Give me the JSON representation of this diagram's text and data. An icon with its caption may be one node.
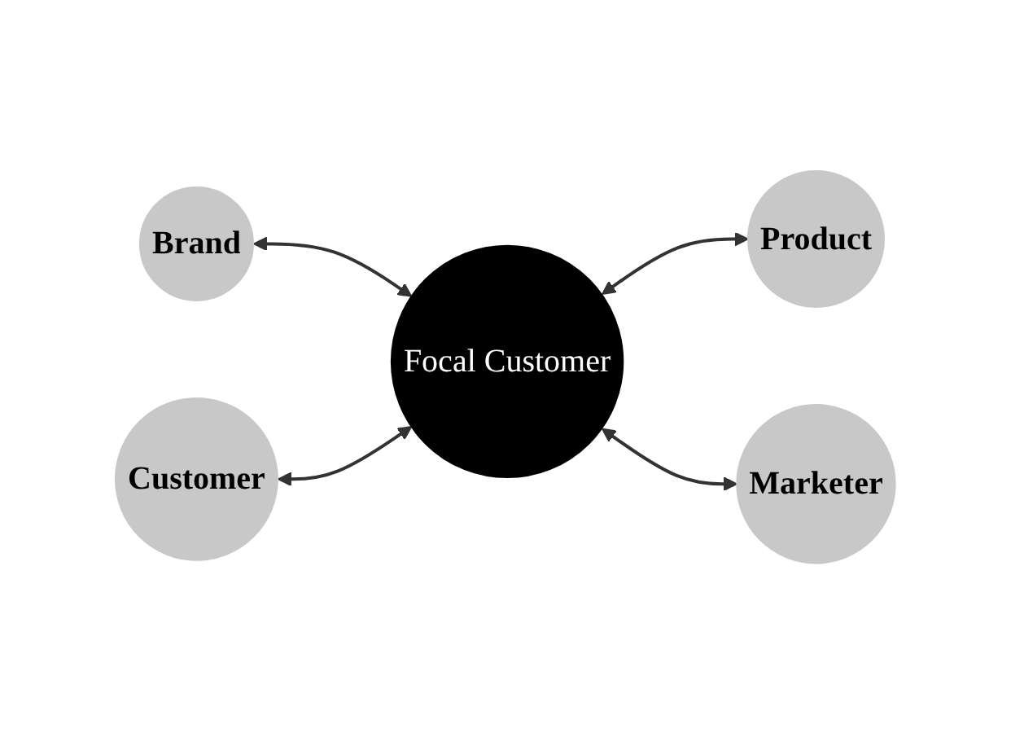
{
  "diagram": {
    "nodes": [
      {
        "text": [
          "Brand"
        ]
      },
      {
        "text": [
          "Product"
        ]
      },
      {
        "text": [
          "Focal Customer"
        ]
      },
      {
        "text": [
          "Customer"
        ]
      },
      {
        "text": [
          "Marketer"
        ]
      }
    ],
    "edges": [
      {
        "from": 0,
        "to": 2,
        "arrow": "both"
      },
      {
        "from": 2,
        "to": 1,
        "arrow": "both"
      },
      {
        "from": 3,
        "to": 2,
        "arrow": "both"
      },
      {
        "from": 2,
        "to": 4,
        "arrow": "both"
      }
    ]
  }
}
